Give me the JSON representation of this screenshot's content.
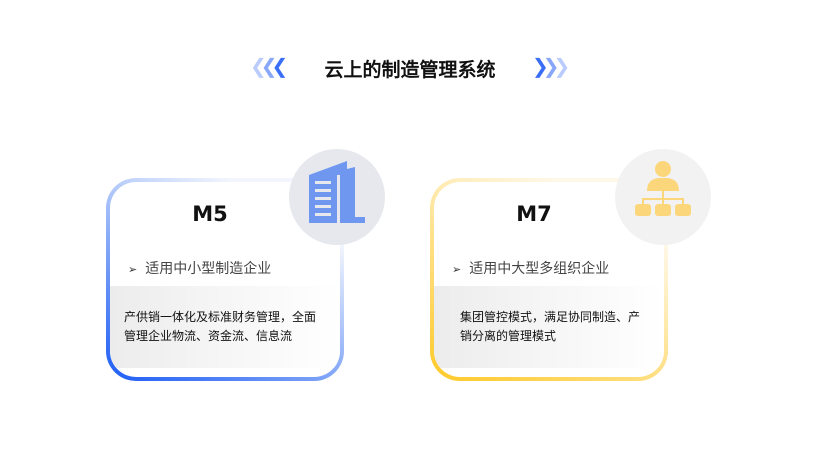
{
  "header": {
    "title": "云上的制造管理系统",
    "chevron_left": "‹‹‹",
    "chevron_right": "›››"
  },
  "colors": {
    "blue": "#1d5cf5",
    "yellow": "#ffc928",
    "building": "#6f97f0",
    "org": "#fcd67a"
  },
  "cards": [
    {
      "name": "M5",
      "subtitle": "适用中小型制造企业",
      "arrow": "➢",
      "description": "产供销一体化及标准财务管理，全面管理企业物流、资金流、信息流",
      "icon": "building-icon"
    },
    {
      "name": "M7",
      "subtitle": "适用中大型多组织企业",
      "arrow": "➢",
      "description": "集团管控模式，满足协同制造、产销分离的管理模式",
      "icon": "org-chart-icon"
    }
  ]
}
